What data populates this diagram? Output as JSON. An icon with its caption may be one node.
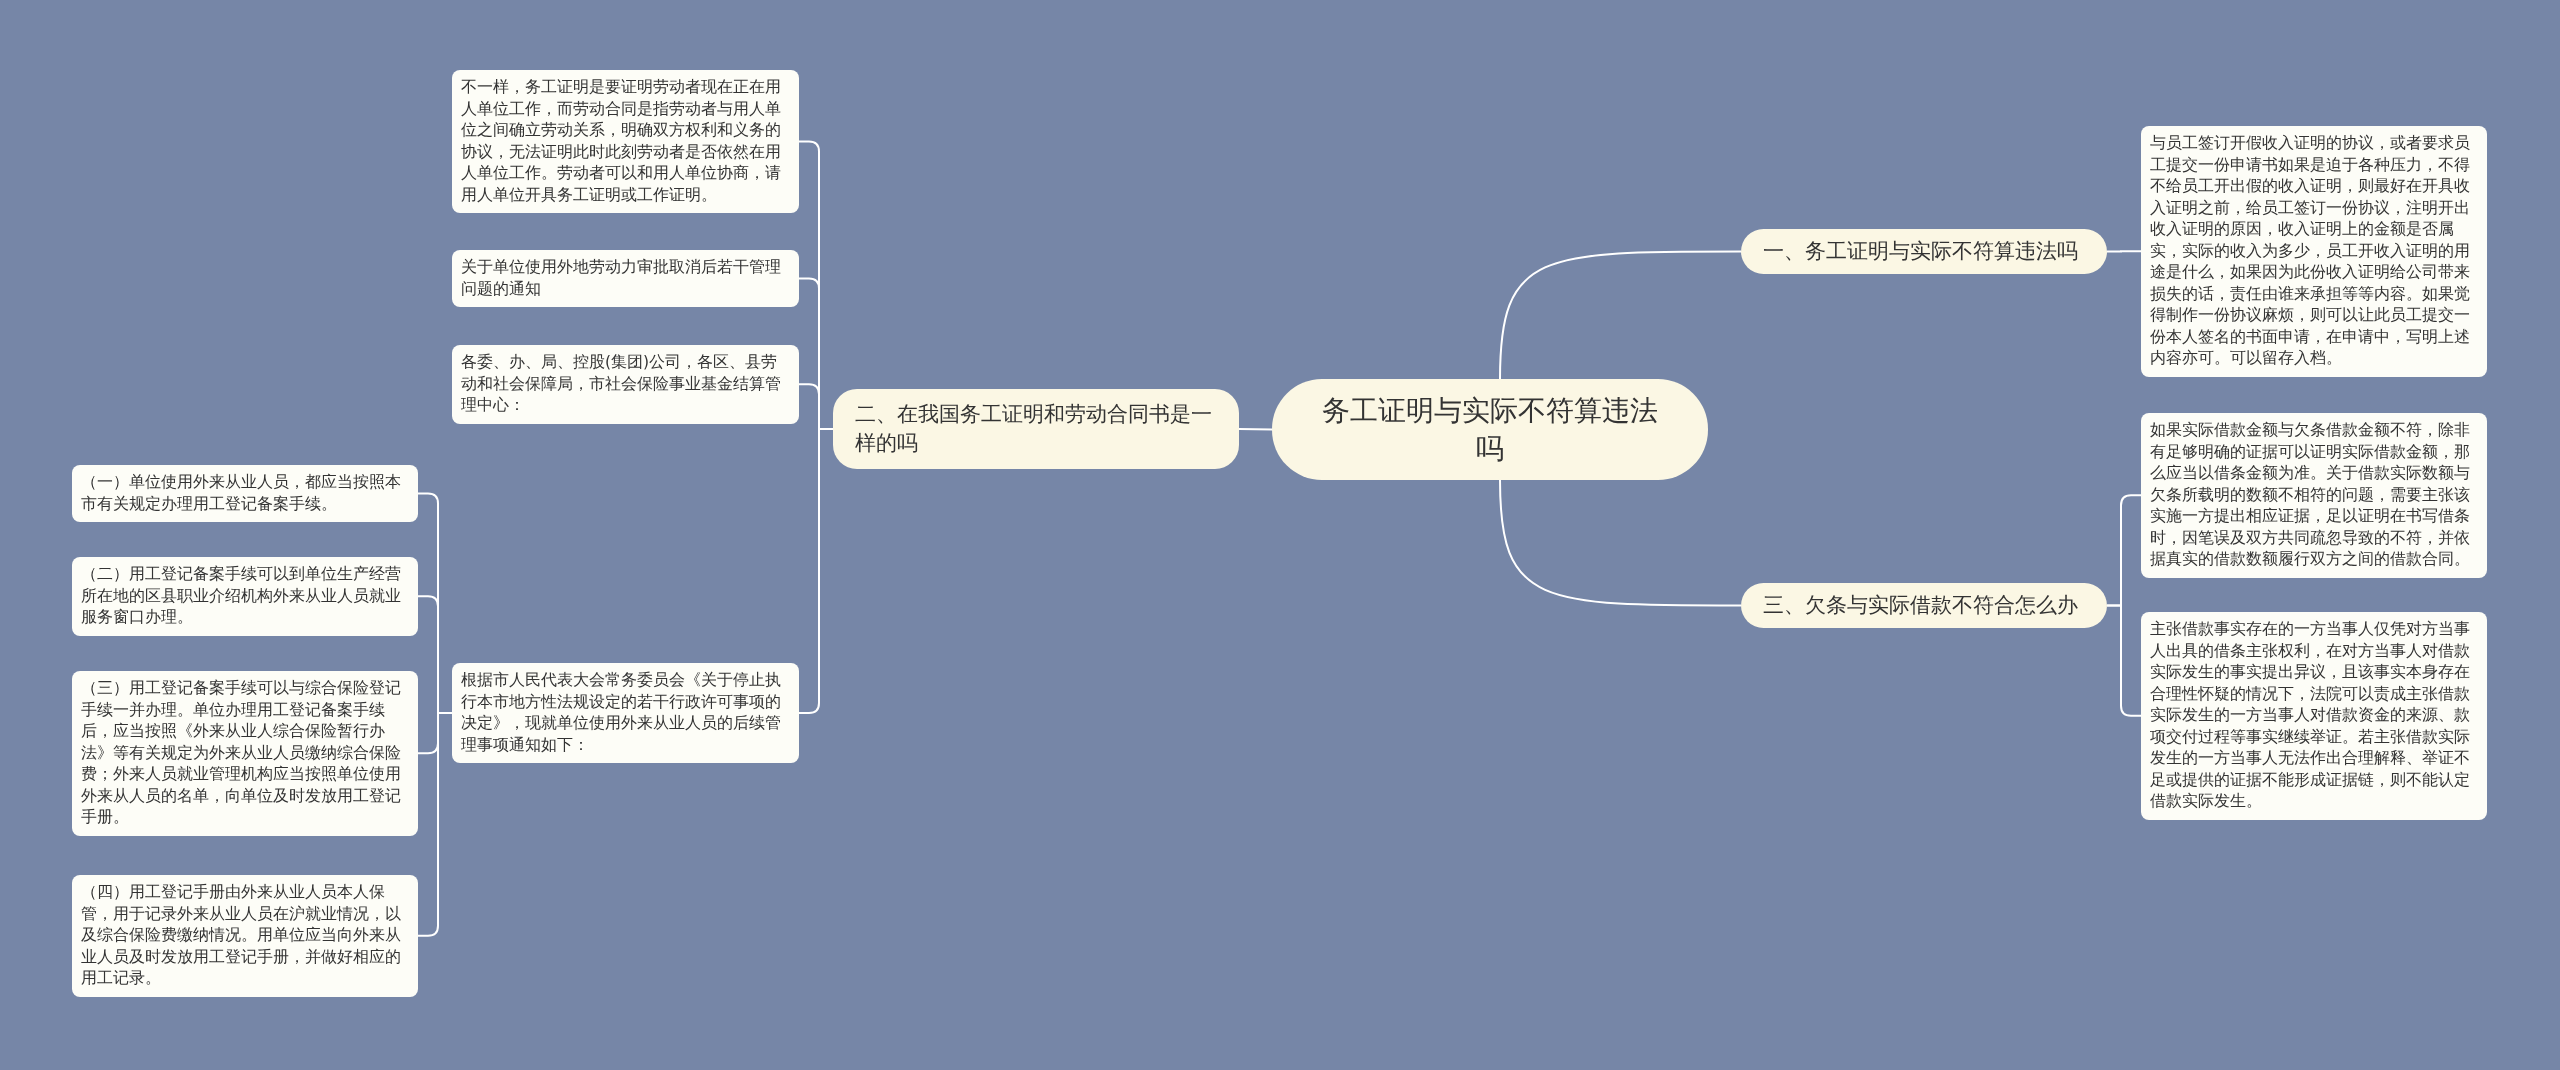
{
  "diagram": {
    "nodes": [
      {
        "text": [
          "务工证明与实际不符算违法吗"
        ]
      },
      {
        "text": [
          "一、务工证明与实际不符算违法吗"
        ]
      },
      {
        "text": [
          "与员工签订开假收入证明的协议，或者要求员工提交一份申请书如果是迫于各种压力，不得不给员工开出假的收入证明，则最好在开具收入证明之前，给员工签订一份协议，注明开出收入证明的原因，收入证明上的金额是否属实，实际的收入为多少，员工开收入证明的用途是什么，如果因为此份收入证明给公司带来损失的话，责任由谁来承担等等内容。如果觉得制作一份协议麻烦，则可以让此员工提交一份本人签名的书面申请，在申请中，写明上述内容亦可。可以留存入档。"
        ]
      },
      {
        "text": [
          "三、欠条与实际借款不符合怎么办"
        ]
      },
      {
        "text": [
          "如果实际借款金额与欠条借款金额不符，除非有足够明确的证据可以证明实际借款金额，那么应当以借条金额为准。关于借款实际数额与欠条所载明的数额不相符的问题，需要主张该实施一方提出相应证据，足以证明在书写借条时，因笔误及双方共同疏忽导致的不符，并依据真实的借款数额履行双方之间的借款合同。"
        ]
      },
      {
        "text": [
          "主张借款事实存在的一方当事人仅凭对方当事人出具的借条主张权利，在对方当事人对借款实际发生的事实提出异议，且该事实本身存在合理性怀疑的情况下，法院可以责成主张借款实际发生的一方当事人对借款资金的来源、款项交付过程等事实继续举证。若主张借款实际发生的一方当事人无法作出合理解释、举证不足或提供的证据不能形成证据链，则不能认定借款实际发生。"
        ]
      },
      {
        "text": [
          "二、在我国务工证明和劳动合同书是一样的吗"
        ]
      },
      {
        "text": [
          "不一样，务工证明是要证明劳动者现在正在用人单位工作，而劳动合同是指劳动者与用人单位之间确立劳动关系，明确双方权利和义务的协议，无法证明此时此刻劳动者是否依然在用人单位工作。劳动者可以和用人单位协商，请用人单位开具务工证明或工作证明。"
        ]
      },
      {
        "text": [
          "关于单位使用外地劳动力审批取消后若干管理问题的通知"
        ]
      },
      {
        "text": [
          "各委、办、局、控股(集团)公司，各区、县劳动和社会保障局，市社会保险事业基金结算管理中心："
        ]
      },
      {
        "text": [
          "根据市人民代表大会常务委员会《关于停止执行本市地方性法规设定的若干行政许可事项的决定》，现就单位使用外来从业人员的后续管理事项通知如下："
        ]
      },
      {
        "text": [
          "（一）单位使用外来从业人员，都应当按照本市有关规定办理用工登记备案手续。"
        ]
      },
      {
        "text": [
          "（二）用工登记备案手续可以到单位生产经营所在地的区县职业介绍机构外来从业人员就业服务窗口办理。"
        ]
      },
      {
        "text": [
          "（三）用工登记备案手续可以与综合保险登记手续一并办理。单位办理用工登记备案手续后，应当按照《外来从业人综合保险暂行办法》等有关规定为外来从业人员缴纳综合保险费；外来人员就业管理机构应当按照单位使用外来从人员的名单，向单位及时发放用工登记手册。"
        ]
      },
      {
        "text": [
          "（四）用工登记手册由外来从业人员本人保管，用于记录外来从业人员在沪就业情况，以及综合保险费缴纳情况。用单位应当向外来从业人员及时发放用工登记手册，并做好相应的用工记录。"
        ]
      }
    ],
    "edges": [
      {
        "from": 0,
        "to": 1,
        "arrow": "none"
      },
      {
        "from": 1,
        "to": 2,
        "arrow": "none"
      },
      {
        "from": 0,
        "to": 3,
        "arrow": "none"
      },
      {
        "from": 3,
        "to": 4,
        "arrow": "none"
      },
      {
        "from": 3,
        "to": 5,
        "arrow": "none"
      },
      {
        "from": 0,
        "to": 6,
        "arrow": "none"
      },
      {
        "from": 6,
        "to": 7,
        "arrow": "none"
      },
      {
        "from": 6,
        "to": 8,
        "arrow": "none"
      },
      {
        "from": 6,
        "to": 9,
        "arrow": "none"
      },
      {
        "from": 6,
        "to": 10,
        "arrow": "none"
      },
      {
        "from": 10,
        "to": 11,
        "arrow": "none"
      },
      {
        "from": 10,
        "to": 12,
        "arrow": "none"
      },
      {
        "from": 10,
        "to": 13,
        "arrow": "none"
      },
      {
        "from": 10,
        "to": 14,
        "arrow": "none"
      }
    ]
  }
}
